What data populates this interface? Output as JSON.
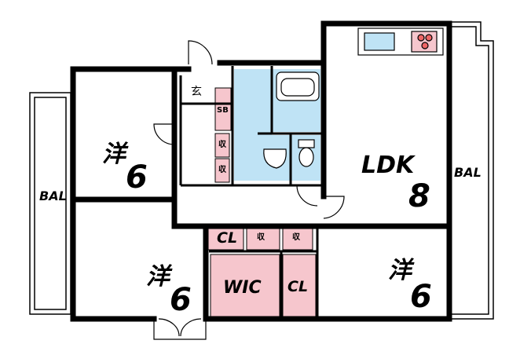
{
  "rooms": {
    "western1": {
      "kanji": "洋",
      "size": "6"
    },
    "western2": {
      "kanji": "洋",
      "size": "6"
    },
    "western3": {
      "kanji": "洋",
      "size": "6"
    },
    "ldk": {
      "name": "LDK",
      "size": "8"
    },
    "bal_left": "BAL",
    "bal_right": "BAL",
    "entrance": "玄",
    "shoe_box": "SB",
    "storage": "収",
    "closet": "CL",
    "wic": "WIC"
  },
  "colors": {
    "wall": "#000000",
    "wet_area": "#bfe3f5",
    "storage": "#f6c6cd"
  }
}
